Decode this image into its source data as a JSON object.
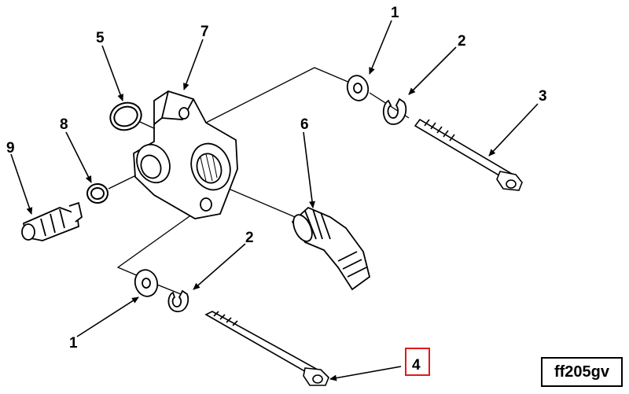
{
  "diagram": {
    "callouts": {
      "c1_top": "1",
      "c2_top": "2",
      "c3": "3",
      "c5": "5",
      "c6": "6",
      "c7": "7",
      "c8": "8",
      "c9": "9",
      "c2_bottom": "2",
      "c1_bottom": "1",
      "c4": "4"
    },
    "highlight_color": "#e01a1a"
  },
  "figure_id": "ff205gv"
}
